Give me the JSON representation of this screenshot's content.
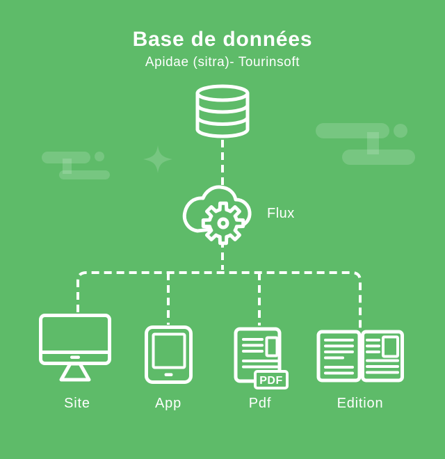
{
  "theme": {
    "background_color": "#5ebb69",
    "line_color": "#ffffff",
    "decoration_color": "rgba(255,255,255,0.16)"
  },
  "header": {
    "title": "Base de données",
    "subtitle": "Apidae (sitra)- Tourinsoft"
  },
  "diagram": {
    "source": {
      "icon": "database-icon"
    },
    "processor": {
      "icon": "cloud-gear-icon",
      "label": "Flux"
    },
    "outputs": [
      {
        "id": "site",
        "icon": "desktop-monitor-icon",
        "label": "Site"
      },
      {
        "id": "app",
        "icon": "tablet-icon",
        "label": "App"
      },
      {
        "id": "pdf",
        "icon": "pdf-document-icon",
        "label": "Pdf",
        "badge_text": "PDF"
      },
      {
        "id": "edition",
        "icon": "open-book-icon",
        "label": "Edition"
      }
    ]
  }
}
